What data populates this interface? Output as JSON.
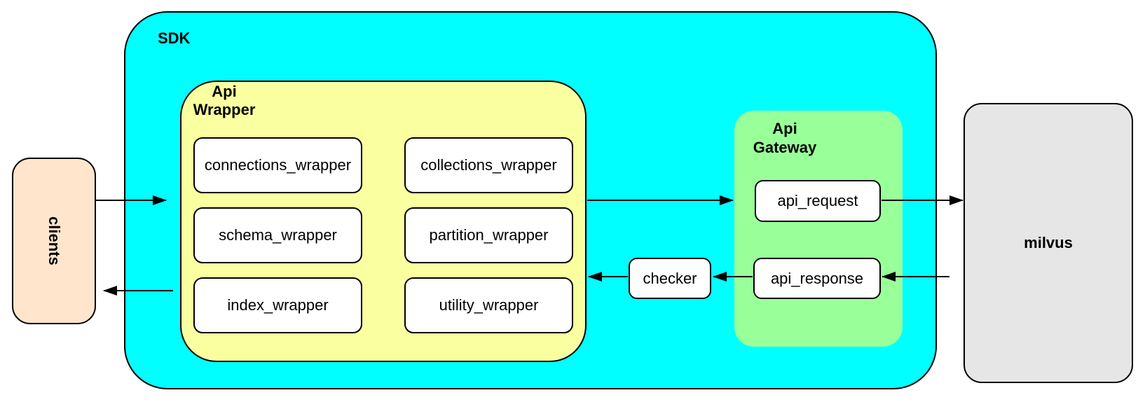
{
  "diagram": {
    "sdk": {
      "label": "SDK",
      "fill": "#00FFFF"
    },
    "clients": {
      "label": "clients",
      "fill": "#FFE5CC"
    },
    "api_wrapper": {
      "label": {
        "line1": "Api",
        "line2": "Wrapper"
      },
      "fill": "#FAFFA0",
      "modules": [
        {
          "label": "connections_wrapper"
        },
        {
          "label": "collections_wrapper"
        },
        {
          "label": "schema_wrapper"
        },
        {
          "label": "partition_wrapper"
        },
        {
          "label": "index_wrapper"
        },
        {
          "label": "utility_wrapper"
        }
      ]
    },
    "checker": {
      "label": "checker"
    },
    "api_gateway": {
      "label": {
        "line1": "Api",
        "line2": "Gateway"
      },
      "fill": "#99FF99",
      "nodes": [
        {
          "label": "api_request"
        },
        {
          "label": "api_response"
        }
      ]
    },
    "milvus": {
      "label": "milvus",
      "fill": "#E6E6E6"
    },
    "edges": [
      {
        "from": "clients",
        "to": "sdk"
      },
      {
        "from": "api_wrapper",
        "to": "api_gateway"
      },
      {
        "from": "api_request",
        "to": "milvus"
      },
      {
        "from": "milvus",
        "to": "api_response"
      },
      {
        "from": "api_response",
        "to": "checker"
      },
      {
        "from": "checker",
        "to": "api_wrapper"
      },
      {
        "from": "api_wrapper",
        "to": "clients"
      }
    ]
  }
}
